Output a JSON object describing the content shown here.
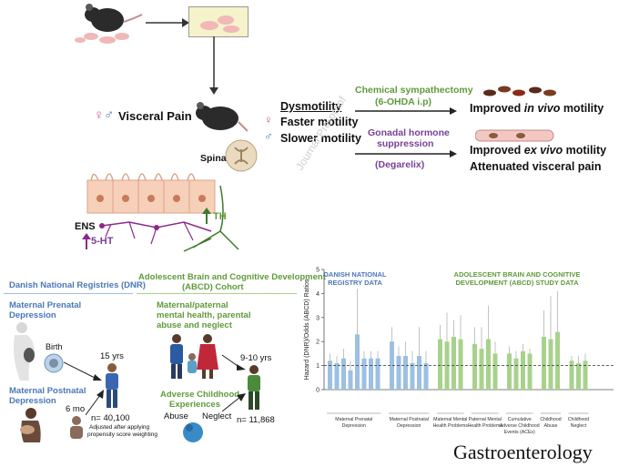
{
  "top": {
    "visceral_pain": "Visceral Pain",
    "dysmotility_title": "Dysmotility",
    "faster_motility": "Faster motility",
    "slower_motility": "Slower motility",
    "spinal_cord": "Spinal Cord",
    "ens": "ENS",
    "five_ht": "5-HT",
    "th": "TH",
    "chemical_sympathectomy": "Chemical sympathectomy",
    "chemical_dose": "(6-OHDA i.p)",
    "gonadal_suppression_1": "Gonadal hormone",
    "gonadal_suppression_2": "suppression",
    "degarelix": "(Degarelix)",
    "improved_in_vivo_prefix": "Improved ",
    "improved_in_vivo_em": "in vivo",
    "improved_in_vivo_suffix": " motility",
    "improved_ex_vivo_prefix": "Improved ",
    "improved_ex_vivo_em": "ex vivo",
    "improved_ex_vivo_suffix": " motility",
    "attenuated_pain": "Attenuated visceral pain",
    "watermark": "Journal Pre-proof",
    "female_symbol": "♀",
    "male_symbol": "♂"
  },
  "dnr": {
    "title": "Danish National Registries (DNR)",
    "prenatal_label_1": "Maternal Prenatal",
    "prenatal_label_2": "Depression",
    "birth": "Birth",
    "postnatal_label_1": "Maternal Postnatal",
    "postnatal_label_2": "Depression",
    "six_mo": "6 mo",
    "fifteen_yrs": "15 yrs",
    "n": "n= 40,100",
    "adjusted_1": "Adjusted after applying",
    "adjusted_2": "propensity score weighting"
  },
  "abcd": {
    "title_1": "Adolescent Brain and Cognitive Development",
    "title_2": "(ABCD) Cohort",
    "mental_1": "Maternal/paternal",
    "mental_2": "mental health, parental",
    "mental_3": "abuse and neglect",
    "ace_1": "Adverse Childhood",
    "ace_2": "Experiences",
    "abuse": "Abuse",
    "neglect": "Neglect",
    "age": "9-10 yrs",
    "n": "n= 11,868"
  },
  "chart_data": {
    "type": "bar",
    "ylabel": "Hazard (DNR)/Odds (ABCD) Ratios",
    "ylim": [
      0,
      5
    ],
    "yticks": [
      0,
      1,
      2,
      3,
      4,
      5
    ],
    "reference_line": 1,
    "dnr_heading_1": "DANISH NATIONAL",
    "dnr_heading_2": "REGISTRY DATA",
    "abcd_heading_1": "ADOLESCENT BRAIN AND COGNITIVE",
    "abcd_heading_2": "DEVELOPMENT (ABCD) STUDY DATA",
    "groups": [
      {
        "label_1": "Maternal Prenatal",
        "label_2": "Depression",
        "dataset": "DNR",
        "color": "#9dbfe3",
        "values": [
          1.2,
          1.1,
          1.3,
          0.8,
          2.3,
          1.3,
          1.3,
          1.3
        ],
        "upper": [
          1.5,
          1.4,
          1.7,
          1.2,
          4.2,
          1.6,
          1.6,
          1.6
        ]
      },
      {
        "label_1": "Maternal Postnatal",
        "label_2": "Depression",
        "dataset": "DNR",
        "color": "#9dbfe3",
        "values": [
          2.0,
          1.4,
          1.4,
          1.1,
          1.4,
          1.1
        ],
        "upper": [
          2.6,
          1.8,
          2.0,
          1.6,
          2.6,
          1.6
        ]
      },
      {
        "label_1": "Maternal Mental",
        "label_2": "Health Problems",
        "dataset": "ABCD",
        "color": "#a8d28c",
        "values": [
          2.1,
          2.0,
          2.2,
          2.1
        ],
        "upper": [
          2.7,
          3.2,
          2.9,
          3.1
        ]
      },
      {
        "label_1": "Paternal Mental",
        "label_2": "Health Problems",
        "dataset": "ABCD",
        "color": "#a8d28c",
        "values": [
          1.9,
          1.7,
          2.1,
          1.5
        ],
        "upper": [
          2.6,
          2.6,
          3.5,
          2.0
        ]
      },
      {
        "label_1": "Cumulative",
        "label_2": "Adverse Childhood",
        "label_3": "Events (ACEs)",
        "dataset": "ABCD",
        "color": "#a8d28c",
        "values": [
          1.5,
          1.3,
          1.6,
          1.5
        ],
        "upper": [
          1.8,
          1.6,
          1.9,
          1.7
        ]
      },
      {
        "label_1": "Childhood",
        "label_2": "Abuse",
        "dataset": "ABCD",
        "color": "#a8d28c",
        "values": [
          2.2,
          2.1,
          2.4
        ],
        "upper": [
          3.3,
          3.9,
          4.1
        ]
      },
      {
        "label_1": "Childhood",
        "label_2": "Neglect",
        "dataset": "ABCD",
        "color": "#a8d28c",
        "values": [
          1.2,
          1.1,
          1.2
        ],
        "upper": [
          1.4,
          1.4,
          1.5
        ]
      }
    ]
  },
  "footer": {
    "journal": "Gastroenterology"
  }
}
